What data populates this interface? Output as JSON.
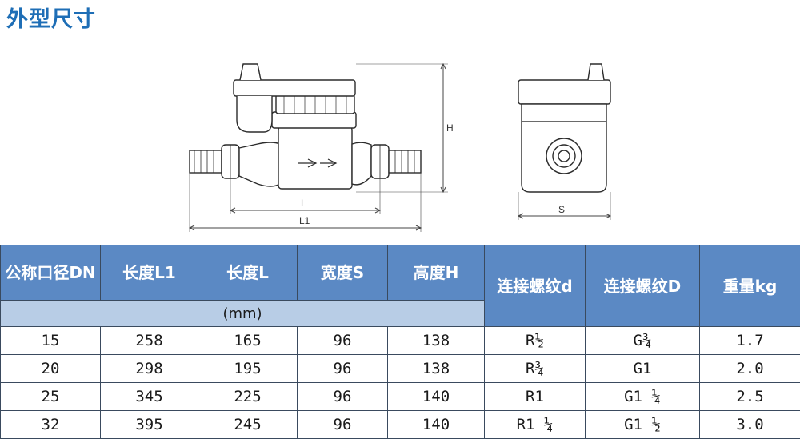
{
  "title": "外型尺寸",
  "drawing": {
    "front_labels": {
      "height": "H",
      "length_l": "L",
      "length_l1": "L1"
    },
    "side_labels": {
      "width": "S"
    }
  },
  "table": {
    "headers": {
      "dn": "公称口径DN",
      "l1": "长度L1",
      "l": "长度L",
      "s": "宽度S",
      "h": "高度H",
      "d_small": "连接螺纹d",
      "d_big": "连接螺纹D",
      "weight": "重量kg"
    },
    "unit": "(mm)",
    "rows": [
      {
        "dn": "15",
        "l1": "258",
        "l": "165",
        "s": "96",
        "h": "138",
        "d_small": "R½",
        "d_big": "G¾",
        "weight": "1.7"
      },
      {
        "dn": "20",
        "l1": "298",
        "l": "195",
        "s": "96",
        "h": "138",
        "d_small": "R¾",
        "d_big": "G1",
        "weight": "2.0"
      },
      {
        "dn": "25",
        "l1": "345",
        "l": "225",
        "s": "96",
        "h": "140",
        "d_small": "R1",
        "d_big": "G1 ¼",
        "weight": "2.5"
      },
      {
        "dn": "32",
        "l1": "395",
        "l": "245",
        "s": "96",
        "h": "140",
        "d_small": "R1 ¼",
        "d_big": "G1 ½",
        "weight": "3.0"
      }
    ]
  }
}
